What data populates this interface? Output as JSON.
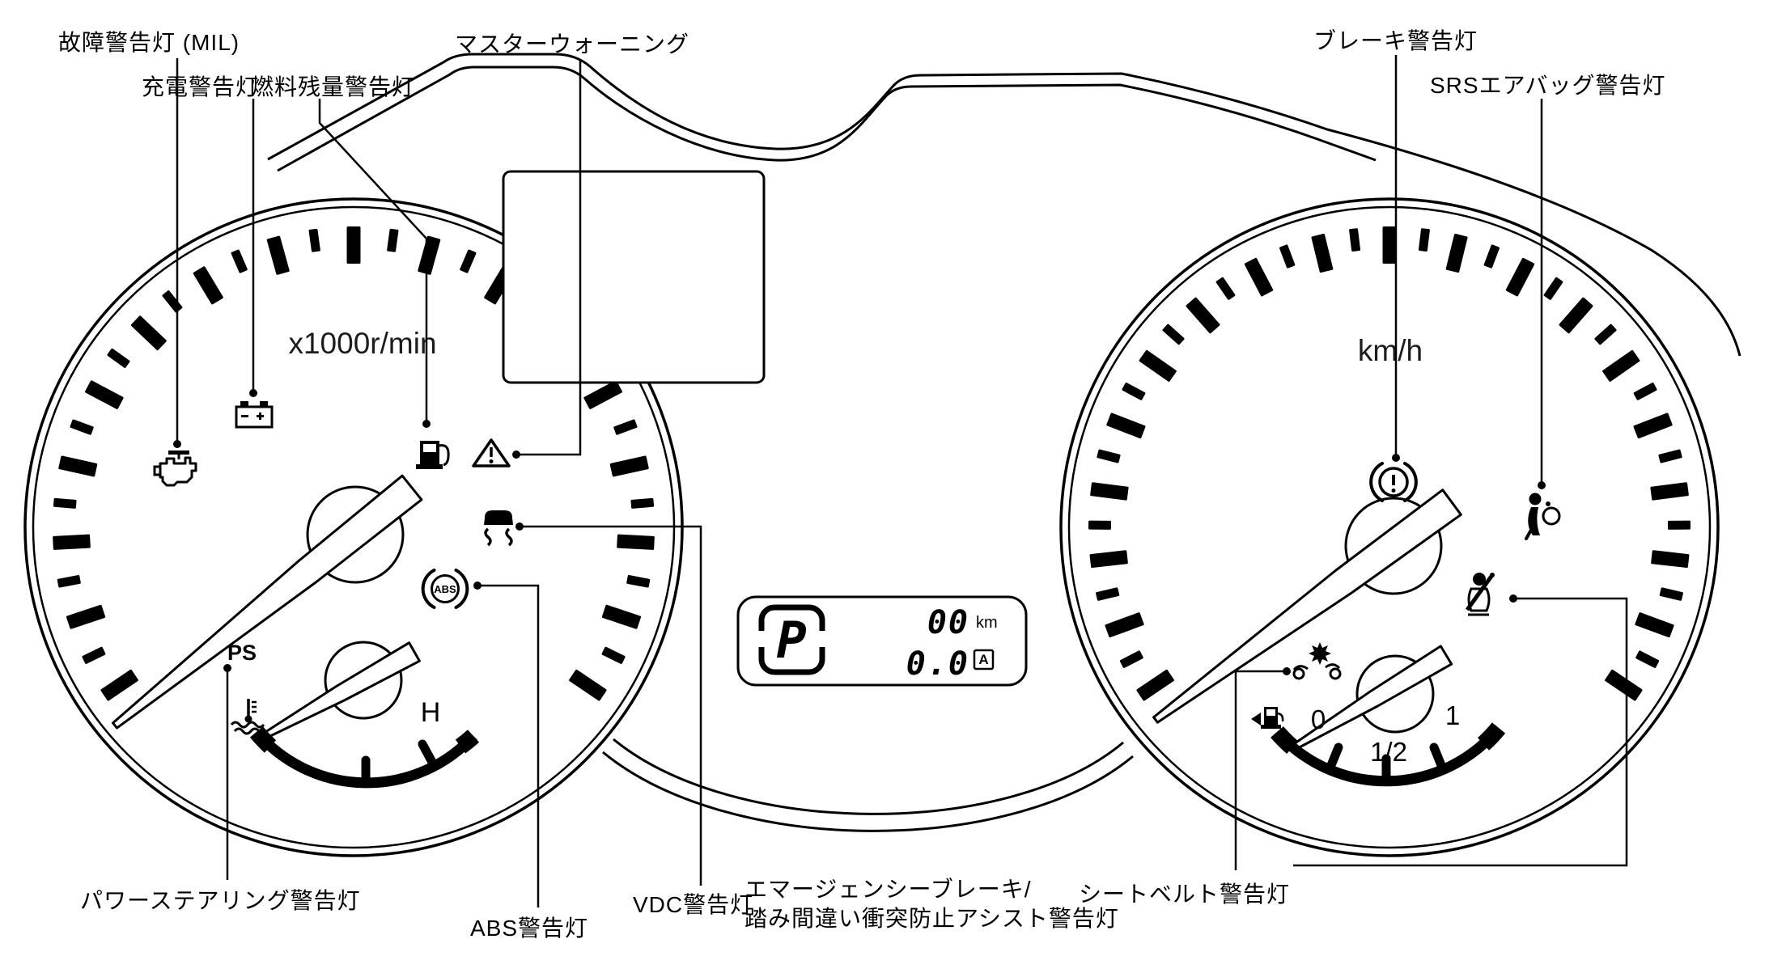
{
  "callouts": {
    "mil": "故障警告灯 (MIL)",
    "charge": "充電警告灯",
    "fuel_low": "燃料残量警告灯",
    "master_warning": "マスターウォーニング",
    "brake": "ブレーキ警告灯",
    "srs": "SRSエアバッグ警告灯",
    "power_steering": "パワーステアリング警告灯",
    "abs": "ABS警告灯",
    "vdc": "VDC警告灯",
    "emergency_brake_line1": "エマージェンシーブレーキ/",
    "emergency_brake_line2": "踏み間違い衝突防止アシスト警告灯",
    "seat_belt": "シートベルト警告灯"
  },
  "gauges": {
    "tachometer_unit": "x1000r/min",
    "speedometer_unit": "km/h",
    "power_steering_indicator": "PS",
    "temp_hot": "H",
    "fuel_empty": "0",
    "fuel_half": "1/2",
    "fuel_full": "1"
  },
  "lcd": {
    "gear_position": "P",
    "odometer_value": "00",
    "odometer_unit": "km",
    "trip_value": "0.0",
    "trip_mode": "A"
  },
  "abs_icon_text": "ABS",
  "dials": {
    "sweep_deg": 248,
    "left_tick_count": 33,
    "right_tick_count": 37
  },
  "icons": [
    "engine-mil-icon",
    "battery-charge-icon",
    "low-fuel-icon",
    "master-warning-icon",
    "vdc-icon",
    "abs-icon",
    "coolant-temp-icon",
    "brake-warning-icon",
    "srs-airbag-icon",
    "seat-belt-icon",
    "emergency-brake-icon",
    "fuel-pump-arrow-icon"
  ],
  "colors": {
    "ink": "#000000",
    "background": "#ffffff"
  }
}
